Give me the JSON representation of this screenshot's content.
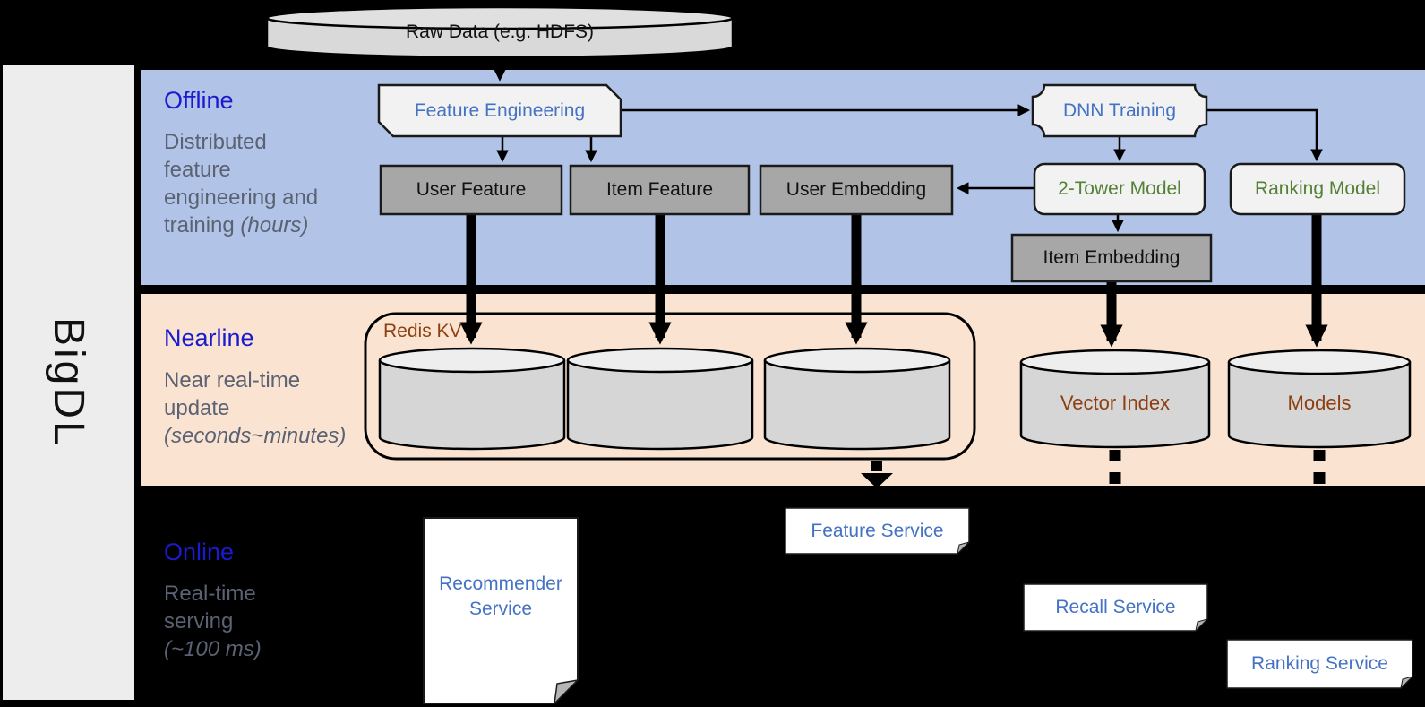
{
  "sidebar": {
    "label": "BigDL"
  },
  "raw_data": {
    "label": "Raw Data (e.g. HDFS)"
  },
  "sections": {
    "offline": {
      "title": "Offline",
      "lines": [
        {
          "t": "Distributed"
        },
        {
          "t": "feature"
        },
        {
          "t": "engineering and"
        },
        {
          "t": "training ",
          "i": "(hours)"
        }
      ]
    },
    "nearline": {
      "title": "Nearline",
      "lines": [
        {
          "t": "Near real-time"
        },
        {
          "t": "update"
        },
        {
          "i": "(seconds~minutes)"
        }
      ]
    },
    "online": {
      "title": "Online",
      "lines": [
        {
          "t": "Real-time"
        },
        {
          "t": "serving"
        },
        {
          "i": "(~100 ms)"
        }
      ]
    }
  },
  "offline_nodes": {
    "feature_engineering": "Feature Engineering",
    "dnn_training": "DNN Training",
    "user_feature": "User Feature",
    "item_feature": "Item Feature",
    "user_embedding": "User Embedding",
    "two_tower_model": "2-Tower Model",
    "ranking_model": "Ranking Model",
    "item_embedding": "Item Embedding"
  },
  "nearline_nodes": {
    "redis_kv": "Redis KV",
    "vector_index": "Vector Index",
    "models": "Models"
  },
  "online_nodes": {
    "recommender_service": "Recommender Service",
    "feature_service": "Feature Service",
    "recall_service": "Recall Service",
    "ranking_service": "Ranking Service"
  },
  "colors": {
    "offline_band": "#b1c4e7",
    "nearline_band": "#fae4d1",
    "online_background": "#000000",
    "section_title_blue": "#1b1bcd",
    "subtitle_gray": "#5a6273",
    "node_text_blue": "#4472c4",
    "node_text_green": "#538135",
    "node_text_brown": "#8d3f10",
    "gray_box_fill": "#a7a7a7",
    "light_shape_fill": "#f2f2f2",
    "cylinder_fill": "#d6d6d6",
    "sidebar_fill": "#ededed"
  }
}
